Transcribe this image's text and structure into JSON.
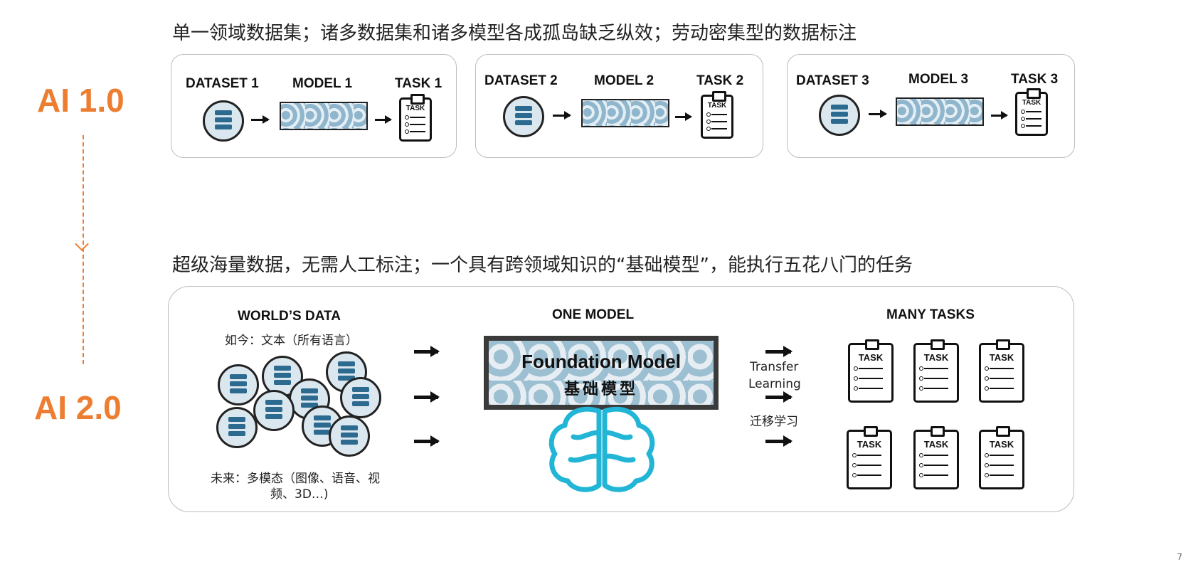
{
  "top_caption": "单一领域数据集；诸多数据集和诸多模型各成孤岛缺乏纵效；劳动密集型的数据标注",
  "bottom_caption": "超级海量数据，无需人工标注；一个具有跨领域知识的“基础模型”，能执行五花八门的任务",
  "ai_levels": [
    "AI 1.0",
    "AI 2.0"
  ],
  "pipelines": [
    {
      "dataset": "DATASET 1",
      "model": "MODEL 1",
      "task": "TASK 1"
    },
    {
      "dataset": "DATASET 2",
      "model": "MODEL 2",
      "task": "TASK 2"
    },
    {
      "dataset": "DATASET 3",
      "model": "MODEL 3",
      "task": "TASK 3"
    }
  ],
  "task_icon_text": "TASK",
  "worlds_data": {
    "heading": "WORLD’S DATA",
    "now": "如今：文本（所有语言）",
    "future_line1": "未来：多模态（图像、语音、视",
    "future_line2": "频、3D…)"
  },
  "one_model": {
    "heading": "ONE MODEL",
    "title": "Foundation Model",
    "subtitle": "基础模型"
  },
  "transfer": {
    "line1": "Transfer",
    "line2": "Learning",
    "zh": "迁移学习"
  },
  "many_tasks": {
    "heading": "MANY TASKS"
  },
  "page_number": "7",
  "colors": {
    "accent": "#ed7d31",
    "brain": "#22b5d6",
    "db_bar": "#2c6a8f"
  }
}
